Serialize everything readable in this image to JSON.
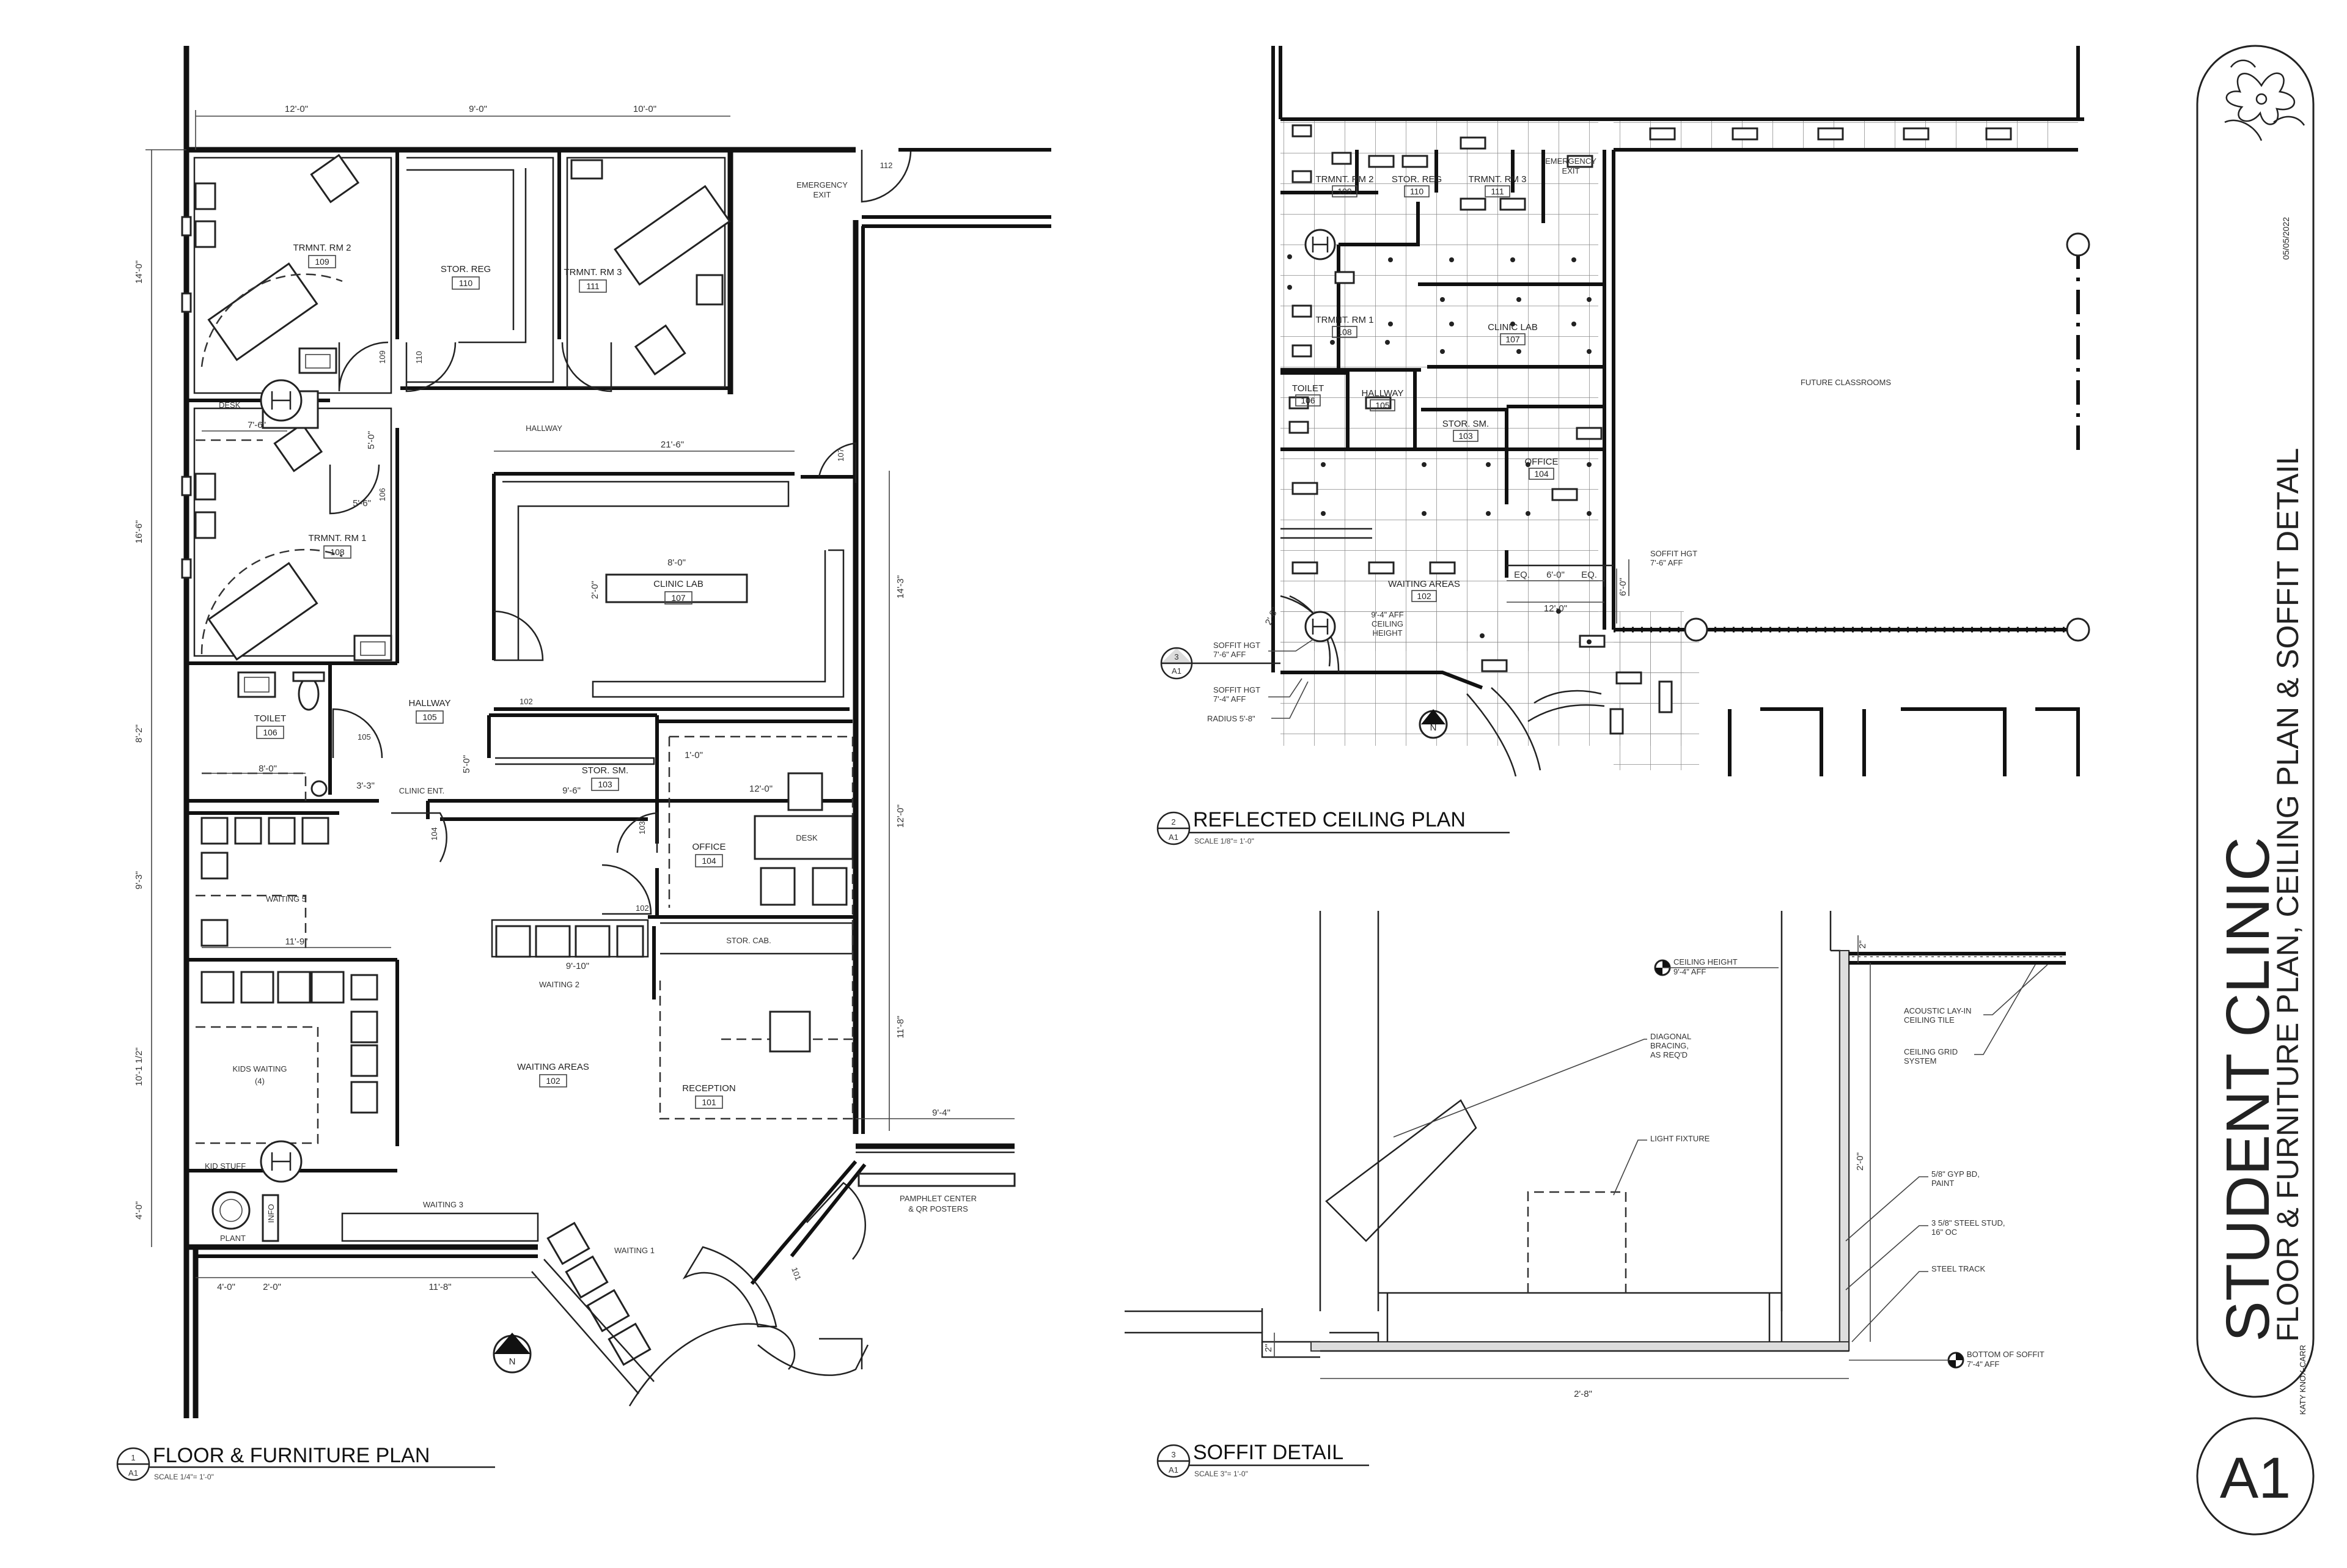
{
  "sheet": {
    "project_title": "STUDENT CLINIC",
    "subtitle": "FLOOR & FURNITURE PLAN, CEILING PLAN & SOFFIT DETAIL",
    "date": "05/05/2022",
    "designer": "KATY KNOX-CARR",
    "sheet_number": "A1"
  },
  "views": {
    "floor_plan": {
      "number": "1",
      "sheet": "A1",
      "title": "FLOOR & FURNITURE PLAN",
      "scale": "SCALE 1/4\"= 1'-0\""
    },
    "ceiling_plan": {
      "number": "2",
      "sheet": "A1",
      "title": "REFLECTED CEILING PLAN",
      "scale": "SCALE 1/8\"= 1'-0\""
    },
    "soffit_detail": {
      "number": "3",
      "sheet": "A1",
      "title": "SOFFIT DETAIL",
      "scale": "SCALE 3\"= 1'-0\""
    }
  },
  "floor_plan": {
    "rooms": [
      {
        "name": "TRMNT. RM 2",
        "number": "109"
      },
      {
        "name": "STOR. REG",
        "number": "110"
      },
      {
        "name": "TRMNT. RM 3",
        "number": "111"
      },
      {
        "name": "TRMNT. RM 1",
        "number": "108"
      },
      {
        "name": "CLINIC LAB",
        "number": "107"
      },
      {
        "name": "HALLWAY",
        "number": "105"
      },
      {
        "name": "TOILET",
        "number": "106"
      },
      {
        "name": "STOR. SM.",
        "number": "103"
      },
      {
        "name": "OFFICE",
        "number": "104"
      },
      {
        "name": "WAITING AREAS",
        "number": "102"
      },
      {
        "name": "RECEPTION",
        "number": "101"
      }
    ],
    "labels": {
      "emergency_exit": "EMERGENCY EXIT",
      "exit_door": "112",
      "hallway": "HALLWAY",
      "desk": "DESK",
      "office_desk": "DESK",
      "clinic_ent": "CLINIC ENT.",
      "waiting_5": "WAITING 5",
      "waiting_2": "WAITING 2",
      "waiting_3": "WAITING 3",
      "waiting_1": "WAITING 1",
      "kids_waiting": "KIDS WAITING",
      "kids_count": "(4)",
      "kid_stuff": "KID STUFF",
      "plant": "PLANT",
      "info": "INFO",
      "stor_cab": "STOR. CAB.",
      "pamphlet_1": "PAMPHLET CENTER",
      "pamphlet_2": "& QR POSTERS",
      "north": "N"
    },
    "doors": [
      "109",
      "110",
      "106",
      "107",
      "105",
      "104",
      "103",
      "102",
      "101"
    ],
    "dimensions": {
      "top_1": "12'-0\"",
      "top_2": "9'-0\"",
      "top_3": "10'-0\"",
      "left_1": "14'-0\"",
      "left_2": "16'-6\"",
      "left_3": "8'-2\"",
      "left_4": "9'-3\"",
      "left_5": "10'-1 1/2\"",
      "left_6": "4'-0\"",
      "desk_w": "7'-6\"",
      "rm1_w": "5'-6\"",
      "hall_h": "5'-0\"",
      "lab_top": "21'-6\"",
      "lab_table": "8'-0\"",
      "lab_h": "2'-0\"",
      "lab_r": "14'-3\"",
      "toilet_w": "8'-0\"",
      "ent_w": "3'-3\"",
      "sm_h": "5'-0\"",
      "sm_w": "9'-6\"",
      "off_a": "1'-0\"",
      "off_w": "12'-0\"",
      "off_r": "12'-0\"",
      "w5_w": "11'-9\"",
      "w2_w": "9'-10\"",
      "rec_r": "11'-8\"",
      "rec_b": "9'-4\"",
      "bot_1": "4'-0\"",
      "bot_2": "2'-0\"",
      "bot_3": "11'-8\""
    }
  },
  "ceiling_plan": {
    "rooms": [
      {
        "name": "TRMNT. RM 2",
        "number": "109"
      },
      {
        "name": "STOR. REG",
        "number": "110"
      },
      {
        "name": "TRMNT. RM 3",
        "number": "111"
      },
      {
        "name": "TRMNT. RM 1",
        "number": "108"
      },
      {
        "name": "CLINIC LAB",
        "number": "107"
      },
      {
        "name": "TOILET",
        "number": "106"
      },
      {
        "name": "HALLWAY",
        "number": "105"
      },
      {
        "name": "STOR. SM.",
        "number": "103"
      },
      {
        "name": "OFFICE",
        "number": "104"
      },
      {
        "name": "WAITING AREAS",
        "number": "102"
      }
    ],
    "labels": {
      "emergency_exit": "EMERGENCY EXIT",
      "future_classrooms": "FUTURE CLASSROOMS",
      "soffit_hgt_1": "SOFFIT HGT",
      "soffit_hgt_1b": "7'-6\" AFF",
      "ceiling_height_1": "9'-4\" AFF",
      "ceiling_height_2": "CEILING",
      "ceiling_height_3": "HEIGHT",
      "soffit_left_1": "SOFFIT HGT",
      "soffit_left_1b": "7'-6\" AFF",
      "soffit_left_2": "SOFFIT HGT",
      "soffit_left_2b": "7'-4\" AFF",
      "radius": "RADIUS 5'-8\"",
      "north": "N",
      "callout_number": "3",
      "callout_sheet": "A1"
    },
    "dimensions": {
      "eq_1": "EQ.",
      "eq_2": "EQ.",
      "mid": "6'-0\"",
      "bottom": "12'-0\"",
      "side": "6'-0\"",
      "arc": "2'-8\""
    }
  },
  "soffit_detail": {
    "notes": {
      "ceiling_height_1": "CEILING HEIGHT",
      "ceiling_height_2": "9'-4\" AFF",
      "diagonal_1": "DIAGONAL",
      "diagonal_2": "BRACING,",
      "diagonal_3": "AS REQ'D",
      "light_fixture": "LIGHT FIXTURE",
      "acoustic_1": "ACOUSTIC LAY-IN",
      "acoustic_2": "CEILING TILE",
      "grid_1": "CEILING GRID",
      "grid_2": "SYSTEM",
      "gyp_1": "5/8\" GYP BD,",
      "gyp_2": "PAINT",
      "stud_1": "3 5/8\" STEEL STUD,",
      "stud_2": "16\" OC",
      "track": "STEEL TRACK",
      "bottom_1": "BOTTOM OF SOFFIT",
      "bottom_2": "7'-4\" AFF"
    },
    "dimensions": {
      "width": "2'-8\"",
      "height": "2'-0\"",
      "top": "2\"",
      "bottom": "2\""
    }
  }
}
